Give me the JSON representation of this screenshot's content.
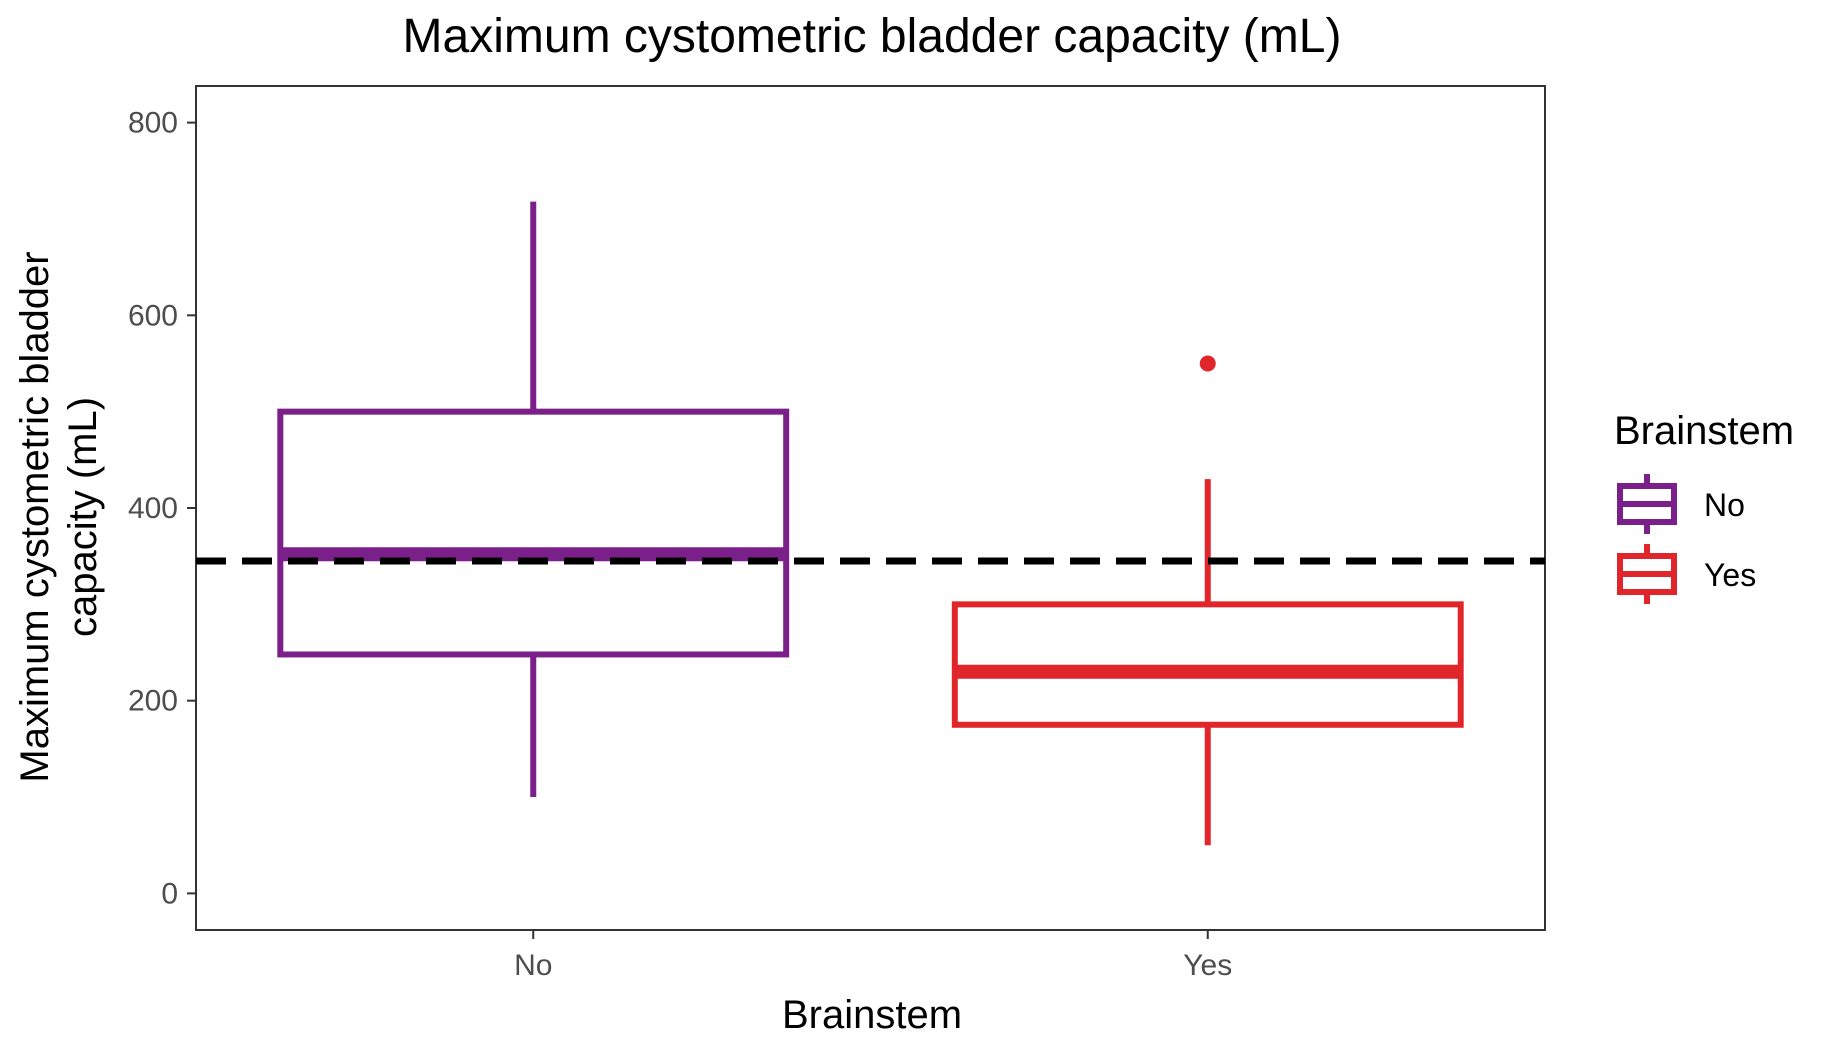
{
  "chart_data": {
    "type": "box",
    "title": "Maximum cystometric bladder capacity (mL)",
    "xlabel": "Brainstem",
    "ylabel": "Maximum cystometric bladder capacity (mL)",
    "ylim": [
      -38,
      838
    ],
    "yticks": [
      0,
      200,
      400,
      600,
      800
    ],
    "categories": [
      "No",
      "Yes"
    ],
    "reference_line": {
      "y": 345,
      "style": "dashed",
      "color": "#000000"
    },
    "grid": false,
    "legend": {
      "title": "Brainstem",
      "placement": "right",
      "entries": [
        {
          "label": "No",
          "color": "#7b1f8a"
        },
        {
          "label": "Yes",
          "color": "#e0262b"
        }
      ]
    },
    "series": [
      {
        "name": "No",
        "color": "#7b1f8a",
        "whisker_low": 100,
        "q1": 248,
        "median": 352,
        "q3": 500,
        "whisker_high": 718,
        "outliers": []
      },
      {
        "name": "Yes",
        "color": "#e0262b",
        "whisker_low": 50,
        "q1": 175,
        "median": 230,
        "q3": 300,
        "whisker_high": 430,
        "outliers": [
          550
        ]
      }
    ]
  }
}
